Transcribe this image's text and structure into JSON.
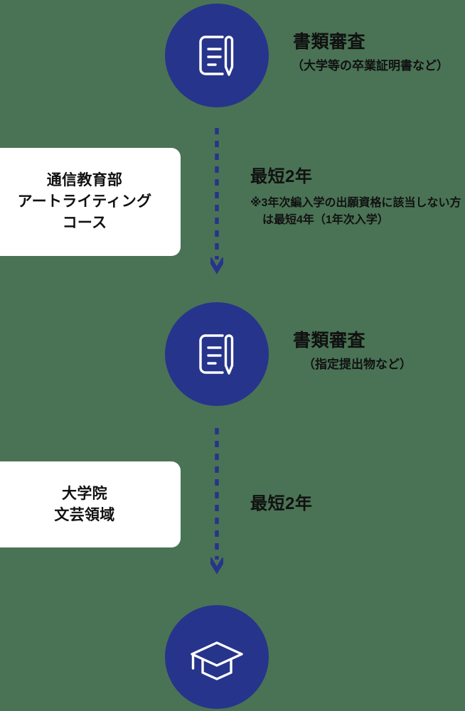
{
  "theme": {
    "background_color": "#4a7355",
    "circle_color": "#27348b",
    "box_color": "#ffffff",
    "text_color": "#111111",
    "arrow_color": "#27348b"
  },
  "flow": {
    "steps": [
      {
        "id": "step-1",
        "icon": "document-pencil-icon",
        "title": "書類審査",
        "subtitle": "（大学等の卒業証明書など）"
      },
      {
        "id": "step-2",
        "icon": "document-pencil-icon",
        "title": "書類審査",
        "subtitle": "（指定提出物など）"
      },
      {
        "id": "step-3",
        "icon": "graduation-cap-icon",
        "title": "",
        "subtitle": ""
      }
    ],
    "stages": [
      {
        "id": "stage-1",
        "name": "通信教育部\nアートライティング\nコース",
        "line1": "通信教育部",
        "line2": "アートライティング",
        "line3": "コース",
        "duration": "最短2年",
        "note": "※3年次編入学の出願資格に該当しない方は最短4年（1年次入学）"
      },
      {
        "id": "stage-2",
        "name": "大学院\n文芸領域",
        "line1": "大学院",
        "line2": "文芸領域",
        "line3": "",
        "duration": "最短2年",
        "note": ""
      }
    ]
  }
}
